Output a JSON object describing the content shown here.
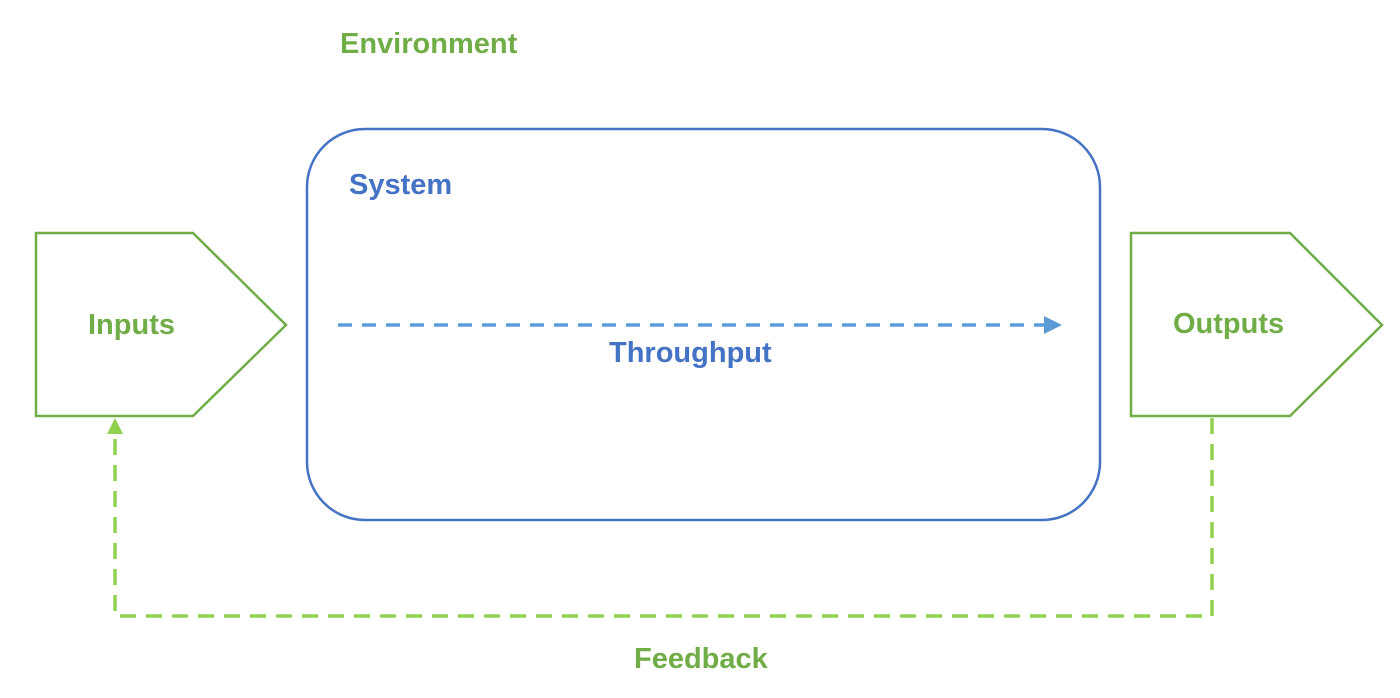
{
  "labels": {
    "environment": "Environment",
    "system": "System",
    "inputs": "Inputs",
    "outputs": "Outputs",
    "throughput": "Throughput",
    "feedback": "Feedback"
  },
  "colors": {
    "green": "#70ad47",
    "light_green": "#92d050",
    "blue": "#4472c4",
    "light_blue": "#5b9bd5"
  }
}
